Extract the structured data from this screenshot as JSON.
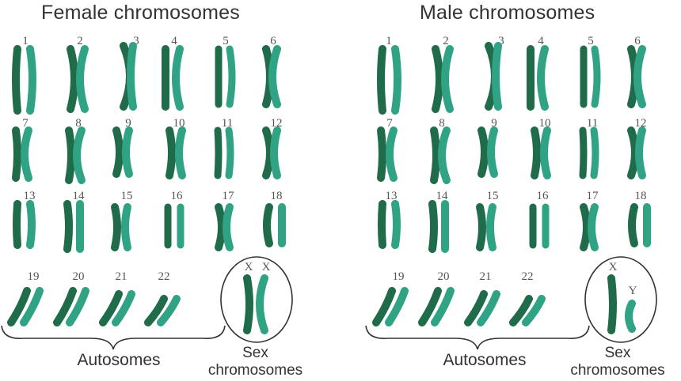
{
  "colors": {
    "dark_chromatid": "#1f6b4a",
    "light_chromatid": "#2fa383",
    "outline": "#333333",
    "text": "#333333"
  },
  "panels": [
    {
      "title": "Female chromosomes",
      "pair_labels": [
        "1",
        "2",
        "3",
        "4",
        "5",
        "6",
        "7",
        "8",
        "9",
        "10",
        "11",
        "12",
        "13",
        "14",
        "15",
        "16",
        "17",
        "18",
        "19",
        "20",
        "21",
        "22"
      ],
      "sex_letters": [
        "X",
        "X"
      ],
      "autosomes_label": "Autosomes",
      "sex_label_line1": "Sex",
      "sex_label_line2": "chromosomes"
    },
    {
      "title": "Male chromosomes",
      "pair_labels": [
        "1",
        "2",
        "3",
        "4",
        "5",
        "6",
        "7",
        "8",
        "9",
        "10",
        "11",
        "12",
        "13",
        "14",
        "15",
        "16",
        "17",
        "18",
        "19",
        "20",
        "21",
        "22"
      ],
      "sex_letters": [
        "X",
        "Y"
      ],
      "autosomes_label": "Autosomes",
      "sex_label_line1": "Sex",
      "sex_label_line2": "chromosomes"
    }
  ]
}
